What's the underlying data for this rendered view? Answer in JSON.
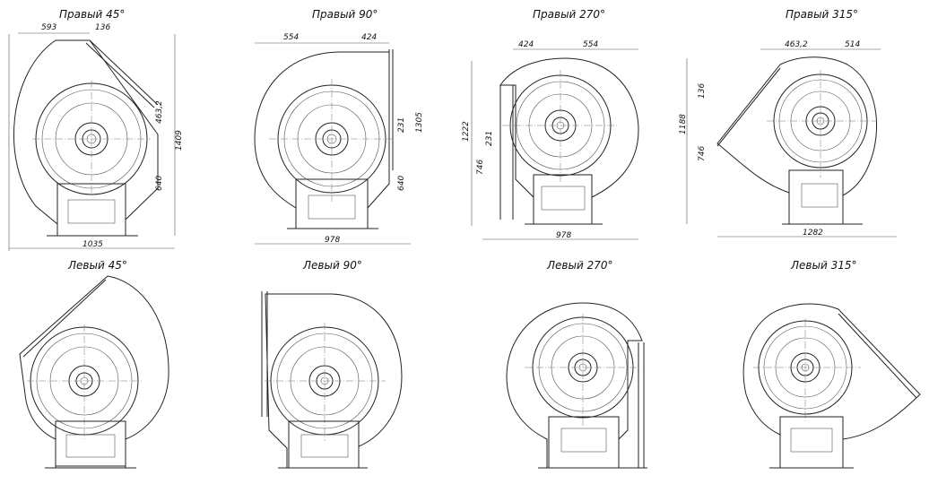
{
  "views": [
    {
      "title": "Правый 45°",
      "dims": {
        "a": "593",
        "b": "136",
        "c": "463,2",
        "d": "1409",
        "e": "640",
        "f": "1035"
      }
    },
    {
      "title": "Правый 90°",
      "dims": {
        "a": "554",
        "b": "424",
        "c": "231",
        "d": "1305",
        "e": "640",
        "f": "978"
      }
    },
    {
      "title": "Правый 270°",
      "dims": {
        "a": "424",
        "b": "554",
        "c": "1222",
        "d": "231",
        "e": "746",
        "f": "978"
      }
    },
    {
      "title": "Правый 315°",
      "dims": {
        "a": "463,2",
        "b": "514",
        "c": "136",
        "d": "1188",
        "e": "746",
        "f": "1282"
      }
    },
    {
      "title": "Левый 45°"
    },
    {
      "title": "Левый 90°"
    },
    {
      "title": "Левый 270°"
    },
    {
      "title": "Левый 315°"
    }
  ]
}
